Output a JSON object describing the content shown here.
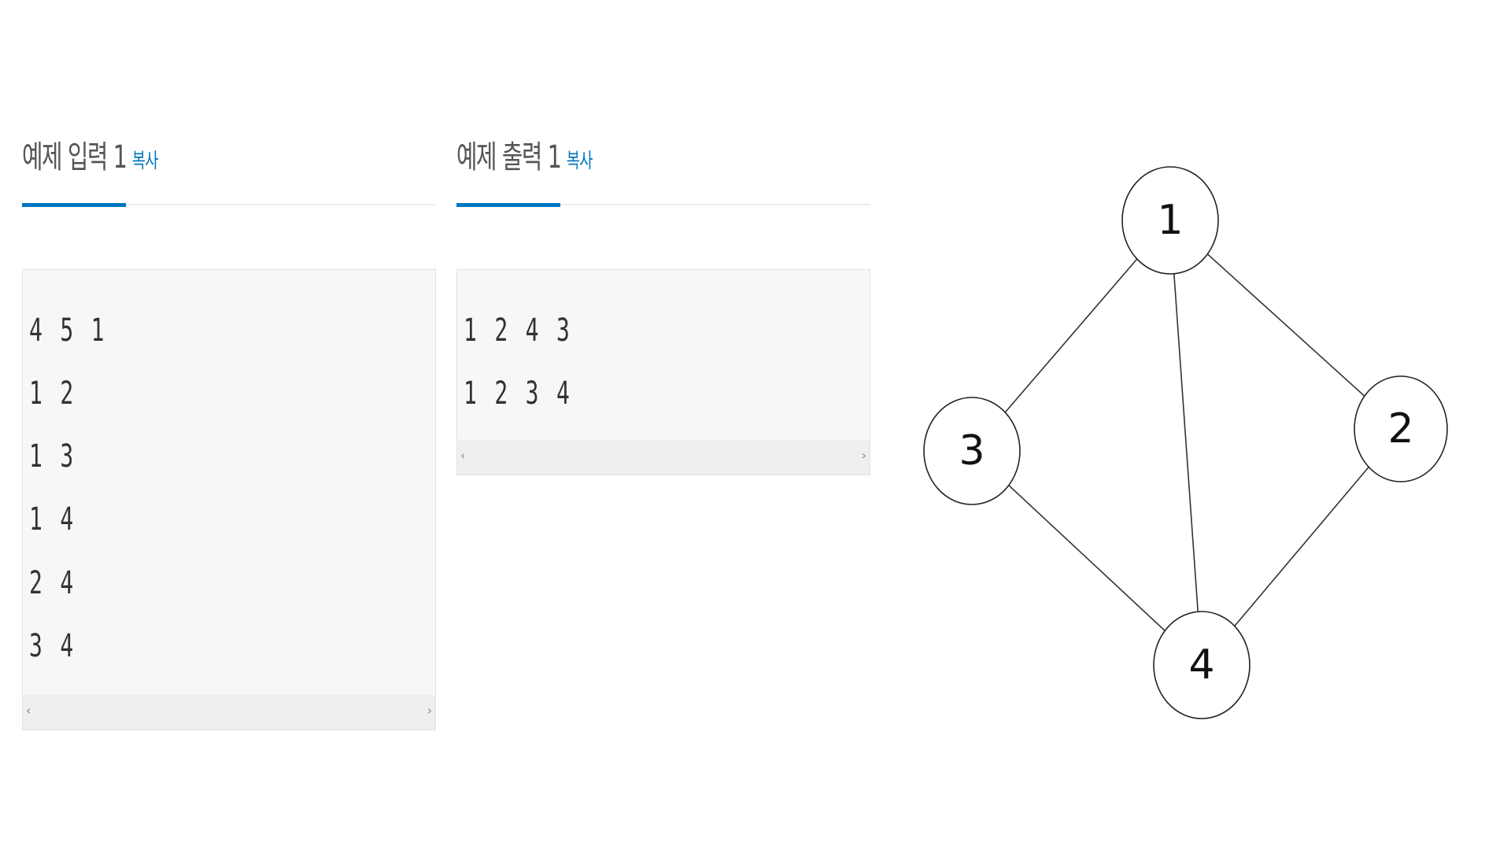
{
  "sample_input": {
    "title": "예제 입력 1",
    "copy_label": "복사",
    "lines": [
      "4 5 1",
      "1 2",
      "1 3",
      "1 4",
      "2 4",
      "3 4"
    ],
    "scroll_left": "‹",
    "scroll_right": "›"
  },
  "sample_output": {
    "title": "예제 출력 1",
    "copy_label": "복사",
    "lines": [
      "1 2 4 3",
      "1 2 3 4"
    ],
    "scroll_left": "‹",
    "scroll_right": "›"
  },
  "graph": {
    "nodes": [
      {
        "label": "1"
      },
      {
        "label": "2"
      },
      {
        "label": "3"
      },
      {
        "label": "4"
      }
    ],
    "edges": [
      [
        "1",
        "2"
      ],
      [
        "1",
        "3"
      ],
      [
        "1",
        "4"
      ],
      [
        "2",
        "4"
      ],
      [
        "3",
        "4"
      ]
    ]
  },
  "colors": {
    "accent": "#0076c0",
    "code_background": "#f7f7f9"
  }
}
